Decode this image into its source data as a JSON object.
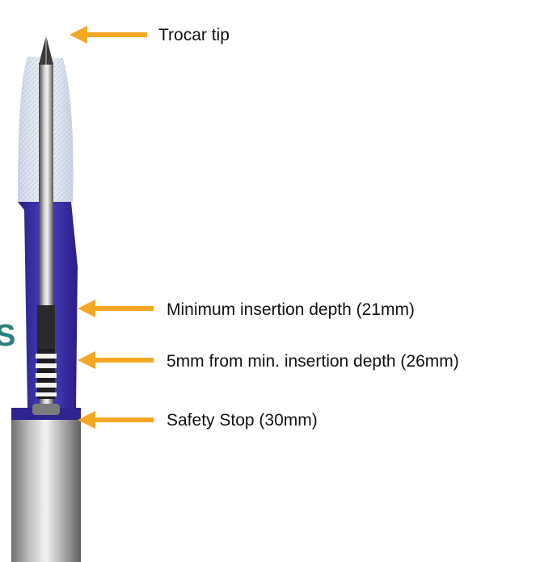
{
  "callouts": [
    {
      "id": "trocar-tip",
      "label": "Trocar tip"
    },
    {
      "id": "minimum-insertion-depth",
      "label": "Minimum insertion depth (21mm)"
    },
    {
      "id": "five-mm-from-min",
      "label": "5mm from min. insertion depth (26mm)"
    },
    {
      "id": "safety-stop",
      "label": "Safety Stop (30mm)"
    }
  ],
  "colors": {
    "arrow": "#F5A623",
    "hub_blue": "#3B2FA6",
    "needle_steel": "#9A9A9A",
    "sleeve_white": "#E8EDF5",
    "depth_band_dark": "#2A2A2A",
    "partial_logo_teal": "#2E7F7F"
  },
  "image": {
    "subject": "needle-set-with-depth-markings",
    "partial_logo_glyph": "S"
  }
}
